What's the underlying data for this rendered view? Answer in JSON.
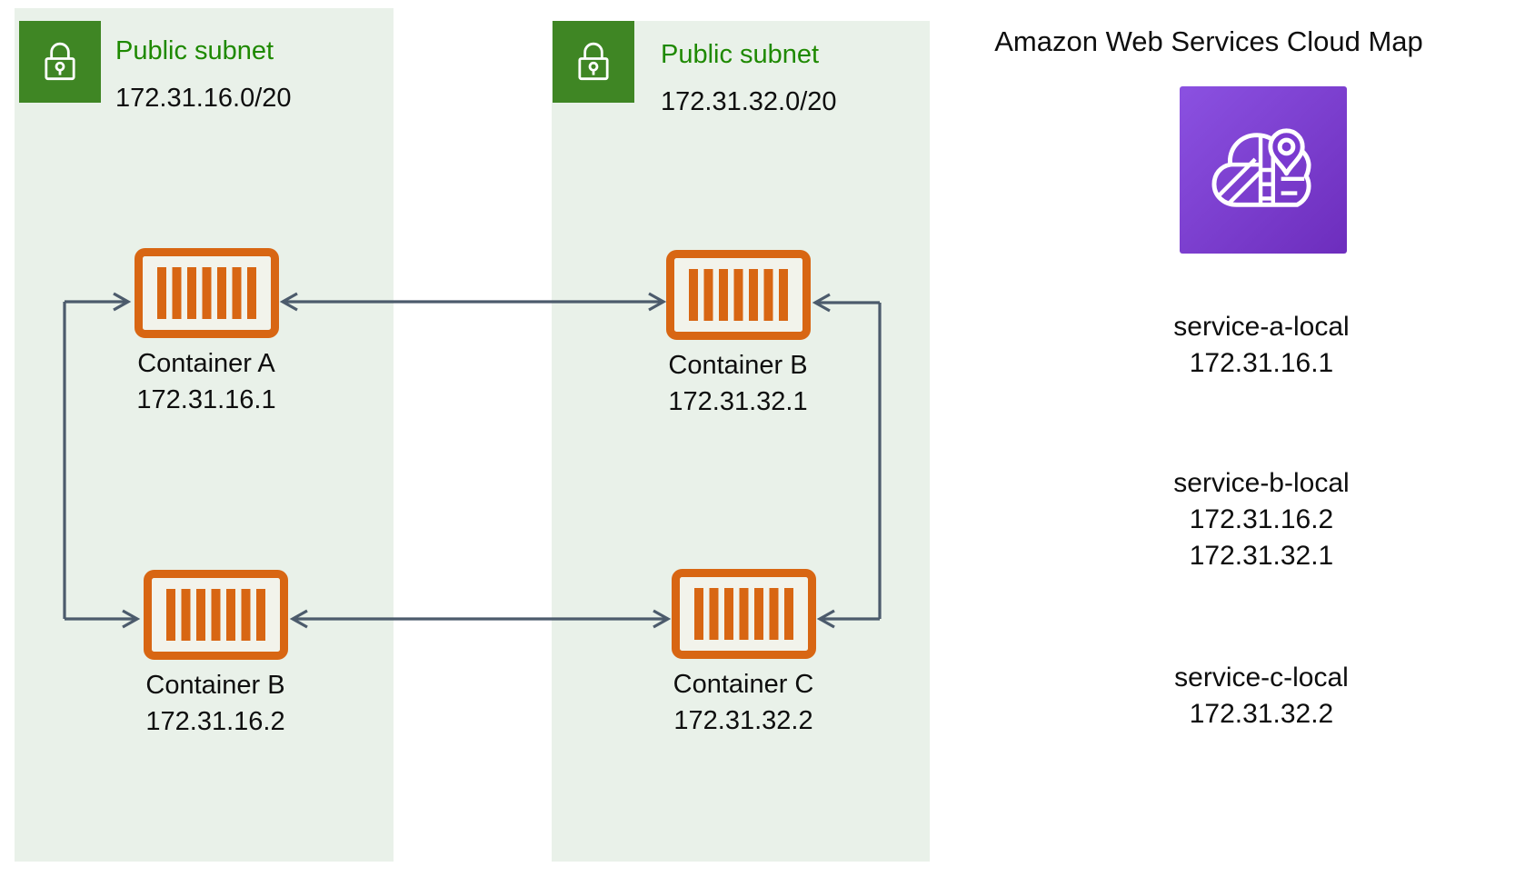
{
  "colors": {
    "subnet_bg": "#E9F1E9",
    "subnet_green": "#3F8624",
    "label_green": "#1E8900",
    "container_orange": "#D86613",
    "container_fill": "#F2F3EB",
    "arrow_gray": "#4C5B6C",
    "cloudmap_purple_start": "#8B51E1",
    "cloudmap_purple_mid": "#7A3AD0",
    "cloudmap_purple_end": "#6D2DBD",
    "text_black": "#0E0E0E"
  },
  "subnets": [
    {
      "label": "Public subnet",
      "cidr": "172.31.16.0/20",
      "containers": [
        {
          "name": "Container A",
          "ip": "172.31.16.1"
        },
        {
          "name": "Container B",
          "ip": "172.31.16.2"
        }
      ]
    },
    {
      "label": "Public subnet",
      "cidr": "172.31.32.0/20",
      "containers": [
        {
          "name": "Container B",
          "ip": "172.31.32.1"
        },
        {
          "name": "Container C",
          "ip": "172.31.32.2"
        }
      ]
    }
  ],
  "cloud_map": {
    "title": "Amazon Web Services Cloud Map",
    "services": [
      {
        "name": "service-a-local",
        "ips": [
          "172.31.16.1"
        ]
      },
      {
        "name": "service-b-local",
        "ips": [
          "172.31.16.2",
          "172.31.32.1"
        ]
      },
      {
        "name": "service-c-local",
        "ips": [
          "172.31.32.2"
        ]
      }
    ]
  },
  "icons": {
    "subnet": "lock-icon",
    "container": "container-icon",
    "cloud_map": "aws-cloud-map-icon"
  }
}
